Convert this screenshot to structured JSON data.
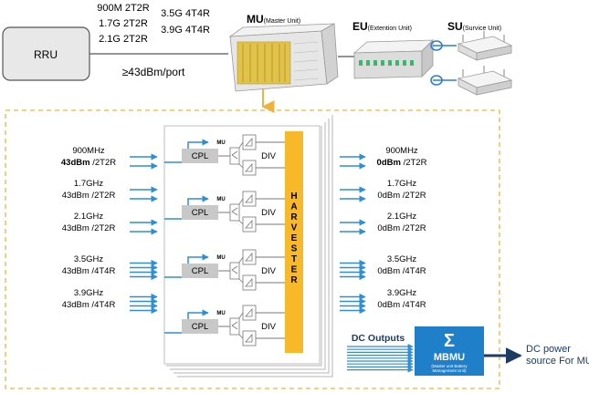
{
  "top": {
    "rru_label": "RRU",
    "bands_left": [
      "900M 2T2R",
      "1.7G 2T2R",
      "2.1G 2T2R"
    ],
    "bands_right": [
      "3.5G 4T4R",
      "3.9G 4T4R"
    ],
    "power_label": "≥43dBm/port",
    "mu_title": "MU",
    "mu_subtitle": "(Master Unit)",
    "eu_title": "EU",
    "eu_subtitle": "(Extention Unit)",
    "su_title": "SU",
    "su_subtitle": "(Survice Unit)"
  },
  "inputs": [
    {
      "freq": "900MHz",
      "power": "43dBm",
      "mimo": " /2T2R",
      "bold": true
    },
    {
      "freq": "1.7GHz",
      "power": "43dBm",
      "mimo": " /2T2R",
      "bold": false
    },
    {
      "freq": "2.1GHz",
      "power": "43dBm",
      "mimo": " /2T2R",
      "bold": false
    },
    {
      "freq": "3.5GHz",
      "power": "43dBm",
      "mimo": " /4T4R",
      "bold": false
    },
    {
      "freq": "3.9GHz",
      "power": "43dBm",
      "mimo": " /4T4R",
      "bold": false
    }
  ],
  "outputs": [
    {
      "freq": "900MHz",
      "power": "0dBm",
      "mimo": " /2T2R",
      "bold": true
    },
    {
      "freq": "1.7GHz",
      "power": "0dBm",
      "mimo": " /2T2R",
      "bold": false
    },
    {
      "freq": "2.1GHz",
      "power": "0dBm",
      "mimo": " /2T2R",
      "bold": false
    },
    {
      "freq": "3.5GHz",
      "power": "0dBm",
      "mimo": " /4T4R",
      "bold": false
    },
    {
      "freq": "3.9GHz",
      "power": "0dBm",
      "mimo": " /4T4R",
      "bold": false
    }
  ],
  "blocks": {
    "cpl_label": "CPL",
    "div_label": "DIV",
    "mu_tap_label": "MU",
    "harvester_letters": [
      "H",
      "A",
      "R",
      "V",
      "E",
      "S",
      "T",
      "E",
      "R"
    ]
  },
  "mbmu": {
    "symbol": "Σ",
    "title": "MBMU",
    "subtitle_line1": "(Master unit Battery",
    "subtitle_line2": "Management Unit)"
  },
  "dc": {
    "outputs_label": "DC Outputs",
    "power_line1": "DC power",
    "power_line2": "source For MU"
  },
  "colors": {
    "arrow_blue": "#2f8fd6",
    "harvester_yellow": "#f7b82a",
    "dashed_border": "#f0b23c",
    "mbmu_blue": "#1f7fc9",
    "cpl_gray": "#c8c8c8",
    "dark_navy": "#1d3b63"
  }
}
